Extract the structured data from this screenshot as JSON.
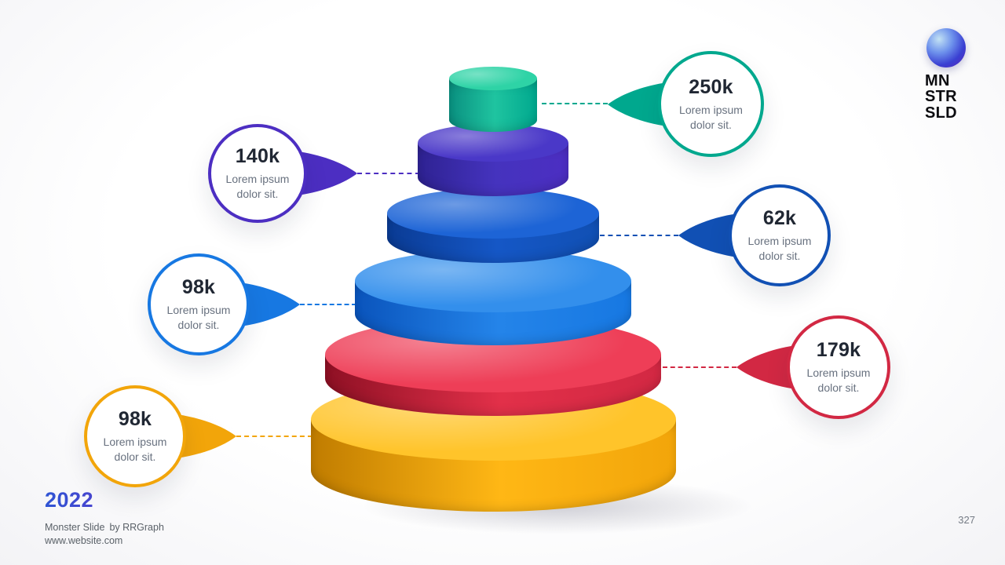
{
  "slide": {
    "year": "2022",
    "year_gradient": [
      "#2F55D4",
      "#6A2FC9"
    ],
    "credit_product": "Monster Slide",
    "credit_by": "by RRGraph",
    "website": "www.website.com",
    "page_number": "327",
    "logo_lines": [
      "MN",
      "STR",
      "SLD"
    ]
  },
  "chart_data": {
    "type": "pyramid",
    "title": "",
    "description": "Six-level 3D stacked cylinder pyramid; each level labeled by a circular callout with its value.",
    "levels": [
      {
        "value": "98k",
        "label": "Lorem ipsum dolor sit.",
        "side": "left",
        "color": "#F2A50A",
        "top": "#FFC42A",
        "body_dark": "#C07C00",
        "body_light": "#FFB715"
      },
      {
        "value": "179k",
        "label": "Lorem ipsum dolor sit.",
        "side": "right",
        "color": "#D22843",
        "top": "#EE3E57",
        "body_dark": "#8E1024",
        "body_light": "#E23049"
      },
      {
        "value": "98k",
        "label": "Lorem ipsum dolor sit.",
        "side": "left",
        "color": "#1778E2",
        "top": "#338FEC",
        "body_dark": "#0A54BC",
        "body_light": "#2484E9"
      },
      {
        "value": "62k",
        "label": "Lorem ipsum dolor sit.",
        "side": "right",
        "color": "#1150B4",
        "top": "#1D64D6",
        "body_dark": "#0A3B94",
        "body_light": "#1557C6"
      },
      {
        "value": "140k",
        "label": "Lorem ipsum dolor sit.",
        "side": "left",
        "color": "#4C2EC2",
        "top": "#4A38C8",
        "body_dark": "#2E2292",
        "body_light": "#4533BE"
      },
      {
        "value": "250k",
        "label": "Lorem ipsum dolor sit.",
        "side": "right",
        "color": "#00A88E",
        "top": "#2ED3A6",
        "body_dark": "#0A9080",
        "body_light": "#1FC4A0"
      }
    ]
  }
}
